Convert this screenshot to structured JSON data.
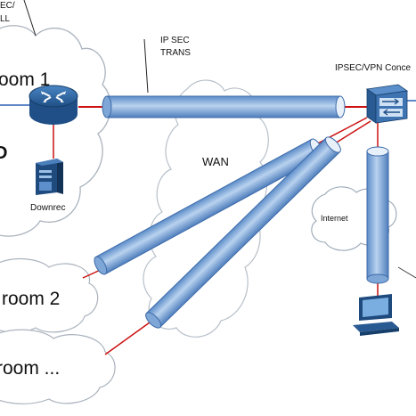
{
  "labels": {
    "top_left_line1": "EC/",
    "top_left_line2": "LL",
    "room1": "oom 1",
    "room2": "room 2",
    "room3": "room ...",
    "edge_fragment": "D",
    "downrec": "Downrec",
    "tunnel_line1": "IP SEC",
    "tunnel_line2": "TRANS",
    "wan": "WAN",
    "concentrator": "IPSEC/VPN Conce",
    "internet": "Internet"
  },
  "icons": [
    "router-icon",
    "server-icon",
    "vpn-concentrator-icon",
    "computer-icon",
    "cloud-icon",
    "tunnel-pipe-icon"
  ],
  "colors": {
    "link_red": "#cc1111",
    "link_blue": "#2b5fb5",
    "pipe": "#8fb4de",
    "pipe_edge": "#3d6aa8",
    "cloud_outline": "#9aa7b5",
    "router": "#2f6fae"
  }
}
